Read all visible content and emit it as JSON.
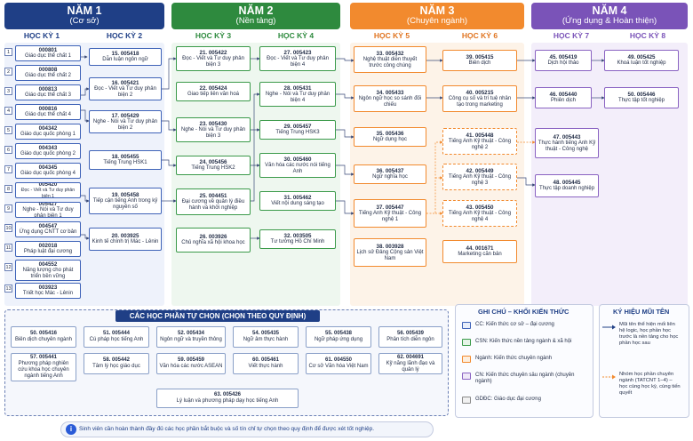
{
  "years": [
    {
      "title": "NĂM 1",
      "subtitle": "(Cơ sở)",
      "color": "#1f3f86"
    },
    {
      "title": "NĂM 2",
      "subtitle": "(Nền tảng)",
      "color": "#2e8a3e"
    },
    {
      "title": "NĂM 3",
      "subtitle": "(Chuyên ngành)",
      "color": "#f28a2e"
    },
    {
      "title": "NĂM 4",
      "subtitle": "(Ứng dụng & Hoàn thiện)",
      "color": "#7a53b8"
    }
  ],
  "semesters": [
    "HỌC KỲ 1",
    "HỌC KỲ 2",
    "HỌC KỲ 3",
    "HỌC KỲ 4",
    "HỌC KỲ 5",
    "HỌC KỲ 6",
    "HỌC KỲ 7",
    "HỌC KỲ 8"
  ],
  "hk1": [
    {
      "num": "1",
      "code": "000801",
      "name": "Giáo dục thể chất 1"
    },
    {
      "num": "2",
      "code": "000808",
      "name": "Giáo dục thể chất 2"
    },
    {
      "num": "3",
      "code": "000813",
      "name": "Giáo dục thể chất 3"
    },
    {
      "num": "4",
      "code": "000816",
      "name": "Giáo dục thể chất 4"
    },
    {
      "num": "5",
      "code": "004342",
      "name": "Giáo dục quốc phòng 1"
    },
    {
      "num": "6",
      "code": "004343",
      "name": "Giáo dục quốc phòng 2"
    },
    {
      "num": "7",
      "code": "004345",
      "name": "Giáo dục quốc phòng 4"
    },
    {
      "num": "8",
      "code": "005420",
      "name": "Đọc - Viết và Tư duy phản biện 1"
    },
    {
      "num": "9",
      "code": "005427",
      "name": "Nghe - Nói và Tư duy phản biện 1"
    },
    {
      "num": "10",
      "code": "004547",
      "name": "Ứng dụng CNTT cơ bản"
    },
    {
      "num": "11",
      "code": "002018",
      "name": "Pháp luật đại cương"
    },
    {
      "num": "12",
      "code": "004552",
      "name": "Năng lượng cho phát triển bền vững"
    },
    {
      "num": "13",
      "code": "003923",
      "name": "Triết học Mác - Lênin"
    }
  ],
  "hk2": [
    {
      "code": "15. 005418",
      "name": "Dẫn luận ngôn ngữ"
    },
    {
      "code": "16. 005421",
      "name": "Đọc - Viết và Tư duy phản biện 2"
    },
    {
      "code": "17. 005429",
      "name": "Nghe - Nói và Tư duy phản biện 2"
    },
    {
      "code": "18. 005455",
      "name": "Tiếng Trung HSK1"
    },
    {
      "code": "19. 005458",
      "name": "Tiếp cận tiếng Anh trong kỷ nguyên số"
    },
    {
      "code": "20. 003925",
      "name": "Kinh tế chính trị Mác - Lênin"
    }
  ],
  "hk3": [
    {
      "code": "21. 005422",
      "name": "Đọc - Viết và Tư duy phản biện 3"
    },
    {
      "code": "22. 005424",
      "name": "Giao tiếp liên văn hoá"
    },
    {
      "code": "23. 005430",
      "name": "Nghe - Nói và Tư duy phản biện 3"
    },
    {
      "code": "24. 005456",
      "name": "Tiếng Trung HSK2"
    },
    {
      "code": "25. 004451",
      "name": "Đại cương về quản lý điều hành và khởi nghiệp"
    },
    {
      "code": "26. 003926",
      "name": "Chủ nghĩa xã hội khoa học"
    }
  ],
  "hk4": [
    {
      "code": "27. 005423",
      "name": "Đọc - Viết và Tư duy phản biện 4"
    },
    {
      "code": "28. 005431",
      "name": "Nghe - Nói và Tư duy phản biện 4"
    },
    {
      "code": "29. 005457",
      "name": "Tiếng Trung HSK3"
    },
    {
      "code": "30. 005460",
      "name": "Văn hóa các nước nói tiếng Anh"
    },
    {
      "code": "31. 005462",
      "name": "Viết nội dung sáng tạo"
    },
    {
      "code": "32. 003505",
      "name": "Tư tưởng Hồ Chí Minh"
    }
  ],
  "hk5": [
    {
      "code": "33. 005432",
      "name": "Nghệ thuật diễn thuyết trước công chúng"
    },
    {
      "code": "34. 005433",
      "name": "Ngôn ngữ học so sánh đối chiếu"
    },
    {
      "code": "35. 005436",
      "name": "Ngữ dụng học"
    },
    {
      "code": "36. 005437",
      "name": "Ngữ nghĩa học"
    },
    {
      "code": "37. 005447",
      "name": "Tiếng Anh Kỹ thuật - Công nghệ 1"
    },
    {
      "code": "38. 003928",
      "name": "Lịch sử Đảng Cộng sản Việt Nam"
    }
  ],
  "hk6": [
    {
      "code": "39. 005415",
      "name": "Biên dịch"
    },
    {
      "code": "40. 005215",
      "name": "Công cụ số và trí tuệ nhân tạo trong marketing"
    },
    {
      "code": "41. 005448",
      "name": "Tiếng Anh Kỹ thuật - Công nghệ 2"
    },
    {
      "code": "42. 005449",
      "name": "Tiếng Anh Kỹ thuật - Công nghệ 3"
    },
    {
      "code": "43. 005450",
      "name": "Tiếng Anh Kỹ thuật - Công nghệ 4"
    },
    {
      "code": "44. 001671",
      "name": "Marketing căn bản"
    }
  ],
  "hk7": [
    {
      "code": "45. 005419",
      "name": "Dịch hội thảo"
    },
    {
      "code": "46. 005440",
      "name": "Phiên dịch"
    },
    {
      "code": "47. 005443",
      "name": "Thực hành tiếng Anh Kỹ thuật - Công nghệ"
    },
    {
      "code": "48. 005445",
      "name": "Thực tập doanh nghiệp"
    }
  ],
  "hk8": [
    {
      "code": "49. 005425",
      "name": "Khoá luận tốt nghiệp"
    },
    {
      "code": "50. 005446",
      "name": "Thực tập tốt nghiệp"
    }
  ],
  "electives": {
    "title": "CÁC HỌC PHẦN TỰ CHỌN (CHỌN THEO QUY ĐỊNH)",
    "items": [
      {
        "code": "50. 005416",
        "name": "Biên dịch chuyên ngành"
      },
      {
        "code": "51. 005444",
        "name": "Cú pháp học tiếng Anh"
      },
      {
        "code": "52. 005434",
        "name": "Ngôn ngữ và truyền thông"
      },
      {
        "code": "54. 005435",
        "name": "Ngữ âm thực hành"
      },
      {
        "code": "55. 005438",
        "name": "Ngữ pháp ứng dụng"
      },
      {
        "code": "56. 005439",
        "name": "Phân tích diễn ngôn"
      },
      {
        "code": "57. 005441",
        "name": "Phương pháp nghiên cứu khoa học chuyên ngành tiếng Anh"
      },
      {
        "code": "58. 005442",
        "name": "Tâm lý học giáo dục"
      },
      {
        "code": "59. 005459",
        "name": "Văn hóa các nước ASEAN"
      },
      {
        "code": "60. 005461",
        "name": "Viết thực hành"
      },
      {
        "code": "61. 004550",
        "name": "Cơ sở Văn hóa Việt Nam"
      },
      {
        "code": "62. 004691",
        "name": "Kỹ năng lãnh đạo và quản lý"
      },
      {
        "code": "63. 005426",
        "name": "Lý luận và phương pháp dạy học tiếng Anh"
      }
    ]
  },
  "legend": {
    "title": "GHI CHÚ – KHỐI KIẾN THỨC",
    "items": [
      {
        "text": "CC: Kiến thức cơ sở – đại cương",
        "color": "#3f63b8",
        "fill": "#e8eefa"
      },
      {
        "text": "CSN: Kiến thức nền tảng ngành & xã hội",
        "color": "#3b9a4a",
        "fill": "#e6f4e7"
      },
      {
        "text": "Ngành: Kiến thức chuyên ngành",
        "color": "#f28a2e",
        "fill": "#fdeedd"
      },
      {
        "text": "CN: Kiến thức chuyên sâu ngành (chuyên ngành)",
        "color": "#8a63c2",
        "fill": "#efe8f8"
      },
      {
        "text": "GDĐC: Giáo dục đại cương",
        "color": "#8a8a8a",
        "fill": "#f1f1f1"
      }
    ]
  },
  "arrows": {
    "title": "KÝ HIỆU MŨI TÊN",
    "solid": "Mũi tên thể hiện mối liên hệ logic, học phần học trước là nền tảng cho học phần học sau",
    "dashed": "Nhóm học phần chuyên ngành (TATCNT 1–4) – học cùng học kỳ, cùng tiến quyết"
  },
  "note": "Sinh viên cần hoàn thành đầy đủ các học phần bắt buộc và số tín chỉ tự chọn theo quy định để được xét tốt nghiệp.",
  "note_icon": "i"
}
